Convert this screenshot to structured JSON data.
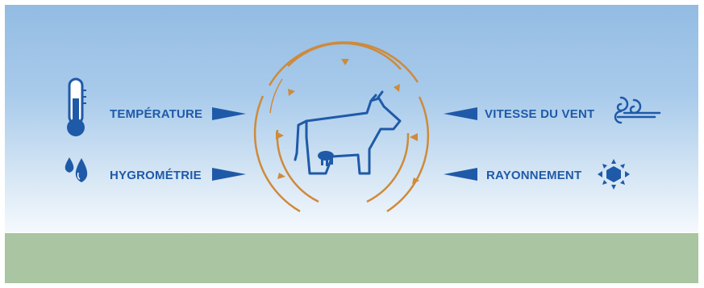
{
  "factors": {
    "temperature": "TEMPÉRATURE",
    "humidity": "HYGROMÉTRIE",
    "wind": "VITESSE DU VENT",
    "radiation": "RAYONNEMENT"
  },
  "icons": [
    "thermometer-icon",
    "water-drops-icon",
    "wind-icon",
    "sun-icon",
    "cow-icon"
  ],
  "colors": {
    "blue": "#1f5aa8",
    "orange": "#cf8a3a",
    "sky_top": "#93bce3",
    "ground": "#a9c5a1"
  }
}
